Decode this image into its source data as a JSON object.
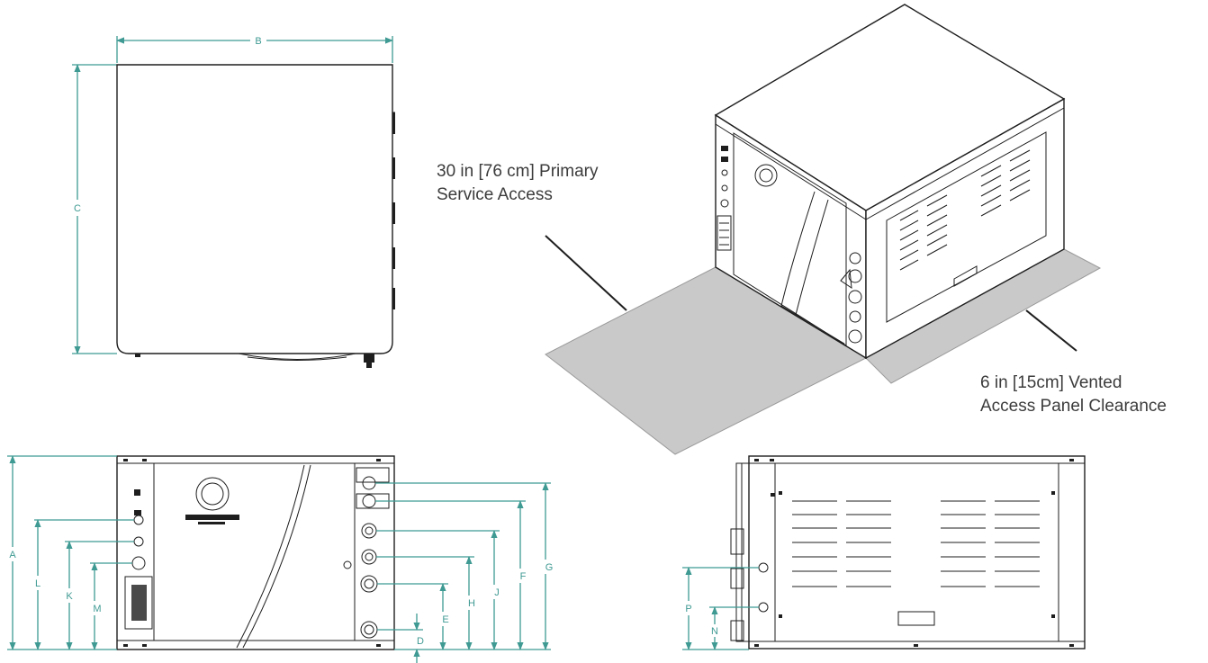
{
  "dimension_labels": {
    "A": "A",
    "B": "B",
    "C": "C",
    "D": "D",
    "E": "E",
    "F": "F",
    "G": "G",
    "H": "H",
    "J": "J",
    "K": "K",
    "L": "L",
    "M": "M",
    "N": "N",
    "P": "P"
  },
  "callouts": {
    "primary_line1": "30 in [76 cm] Primary",
    "primary_line2": "Service Access",
    "vented_line1": "6 in [15cm] Vented",
    "vented_line2": "Access Panel Clearance"
  },
  "colors": {
    "dimension": "#3f9a93",
    "outline": "#1e1e1e",
    "clearance_area": "#c9c9c9",
    "callout_text": "#3c3c3c"
  },
  "icons": [
    "logo-badge-icon",
    "louver-vent-icon",
    "port-icon"
  ]
}
